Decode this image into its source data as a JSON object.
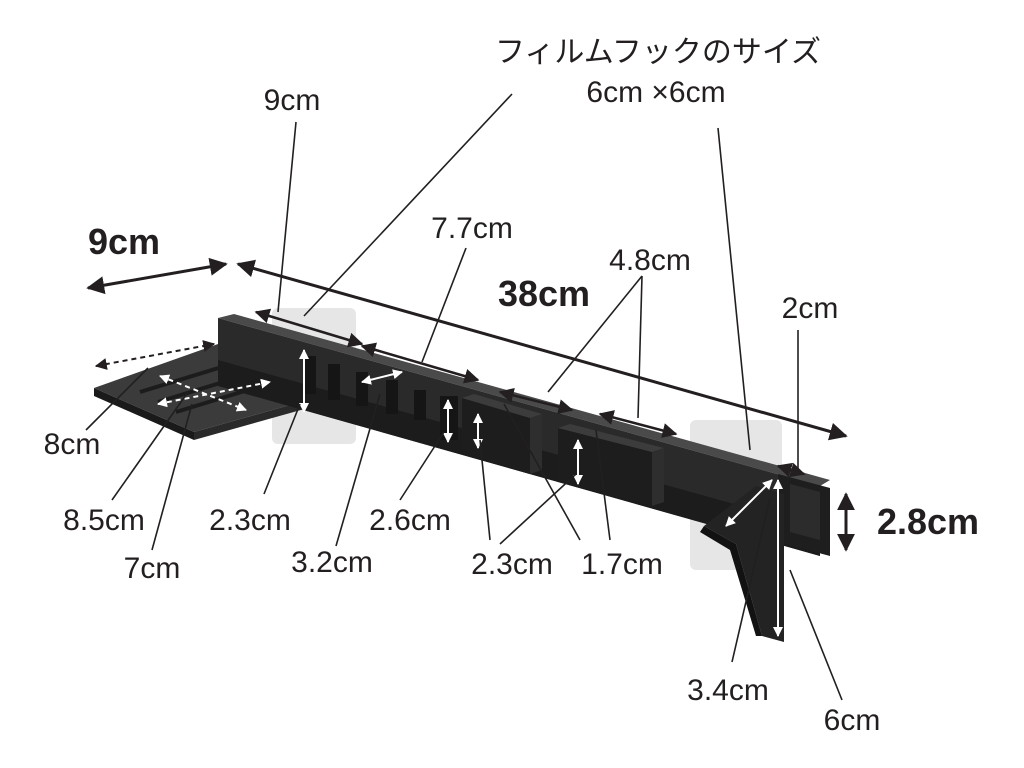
{
  "labels": {
    "film_hook_title": "フィルムフックのサイズ",
    "film_hook_size": "6cm ×6cm",
    "top_9cm": "9cm",
    "left_9cm": "9cm",
    "length_38cm": "38cm",
    "slot_7_7cm": "7.7cm",
    "slot_4_8cm": "4.8cm",
    "end_2cm": "2cm",
    "height_2_8cm": "2.8cm",
    "tray_8cm": "8cm",
    "tray_8_5cm": "8.5cm",
    "tray_7cm": "7cm",
    "gap_2_3cm_a": "2.3cm",
    "gap_3_2cm": "3.2cm",
    "gap_2_6cm": "2.6cm",
    "gap_2_3cm_b": "2.3cm",
    "gap_1_7cm": "1.7cm",
    "hook_3_4cm": "3.4cm",
    "hook_6cm": "6cm"
  },
  "colors": {
    "product": "#2a2a2a",
    "product_dark": "#141414",
    "product_light": "#454545",
    "adhesive_pad": "#e6e6e6",
    "arrow": "#231f20",
    "text": "#231f20"
  }
}
